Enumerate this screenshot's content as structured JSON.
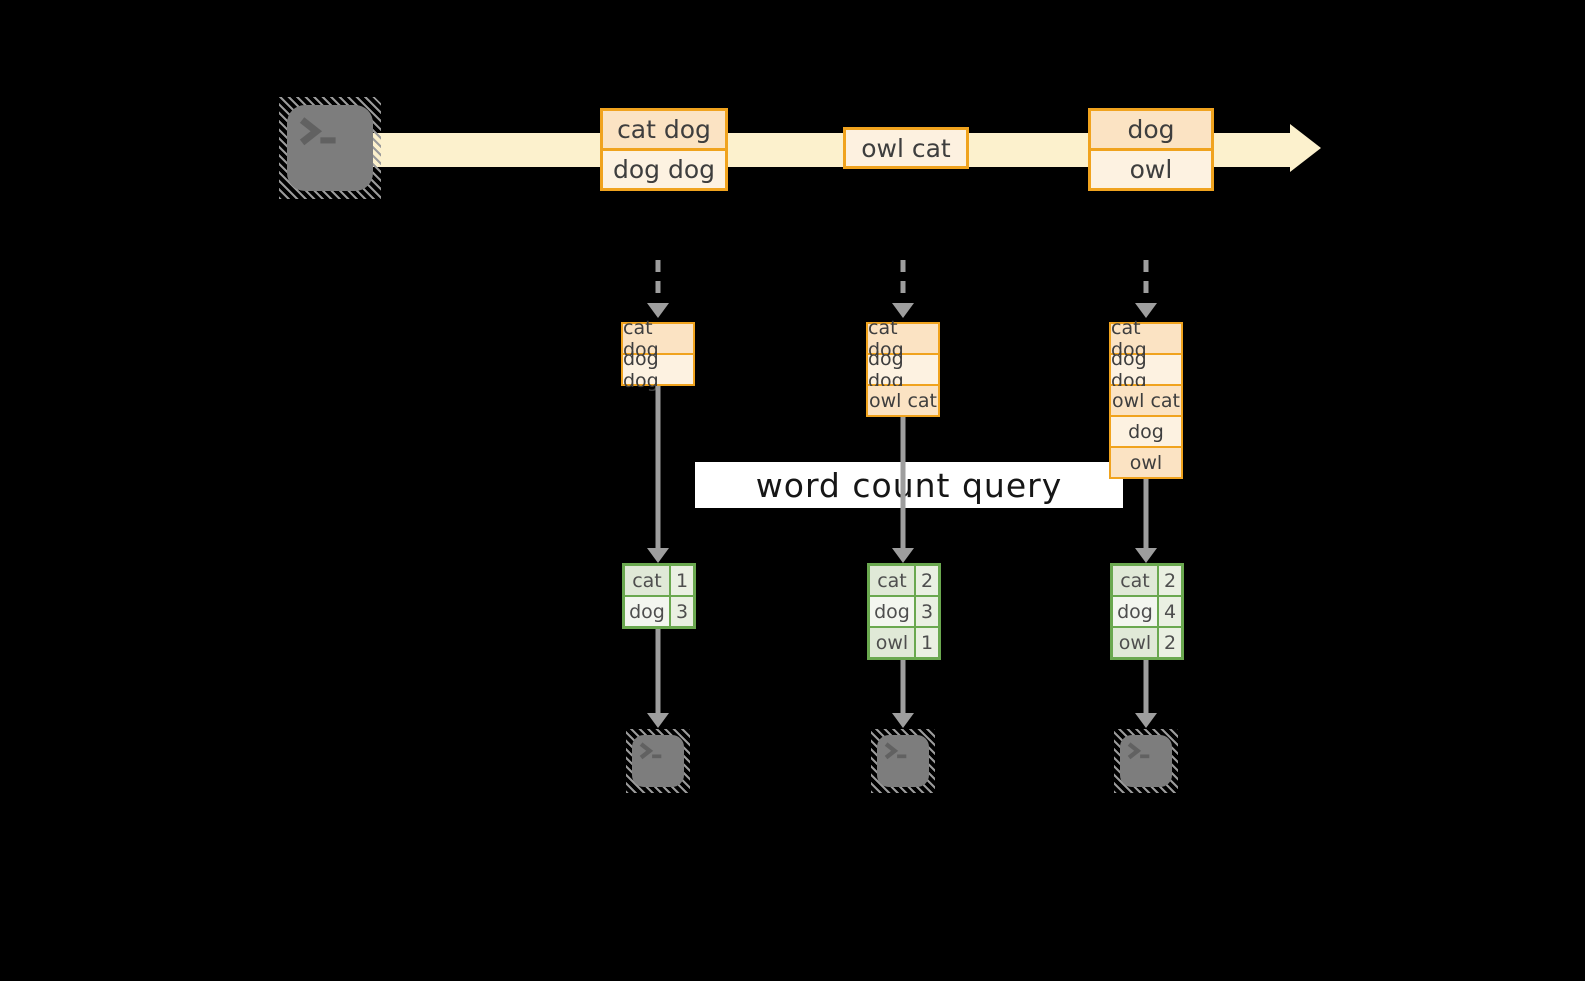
{
  "query_label": "word count query",
  "stream_events": [
    {
      "cells": [
        "cat dog",
        "dog dog"
      ]
    },
    {
      "cells": [
        "owl cat"
      ]
    },
    {
      "cells": [
        "dog",
        "owl"
      ]
    }
  ],
  "columns": [
    {
      "buffer": [
        "cat dog",
        "dog dog"
      ],
      "counts": [
        {
          "word": "cat",
          "count": "1"
        },
        {
          "word": "dog",
          "count": "3"
        }
      ]
    },
    {
      "buffer": [
        "cat dog",
        "dog dog",
        "owl cat"
      ],
      "counts": [
        {
          "word": "cat",
          "count": "2"
        },
        {
          "word": "dog",
          "count": "3"
        },
        {
          "word": "owl",
          "count": "1"
        }
      ]
    },
    {
      "buffer": [
        "cat dog",
        "dog dog",
        "owl cat",
        "dog",
        "owl"
      ],
      "counts": [
        {
          "word": "cat",
          "count": "2"
        },
        {
          "word": "dog",
          "count": "4"
        },
        {
          "word": "owl",
          "count": "2"
        }
      ]
    }
  ],
  "icons": {
    "terminal": "terminal-prompt-icon",
    "terminal_glyph": ">_",
    "stream_arrow": "right-arrow",
    "flow_arrow": "down-arrow"
  },
  "colors": {
    "background": "#000000",
    "stream_band": "#fcf1cd",
    "event_border": "#f0a31e",
    "event_fill_peach": "#fbe3c3",
    "event_fill_cream": "#fdf2e1",
    "table_border": "#6aa84f",
    "table_fill_sage": "#e0e9d7",
    "table_fill_light": "#f3f6ef",
    "table_fill_count": "#eaf0e2",
    "arrow_gray": "#9e9e9e",
    "query_band": "#ffffff"
  }
}
